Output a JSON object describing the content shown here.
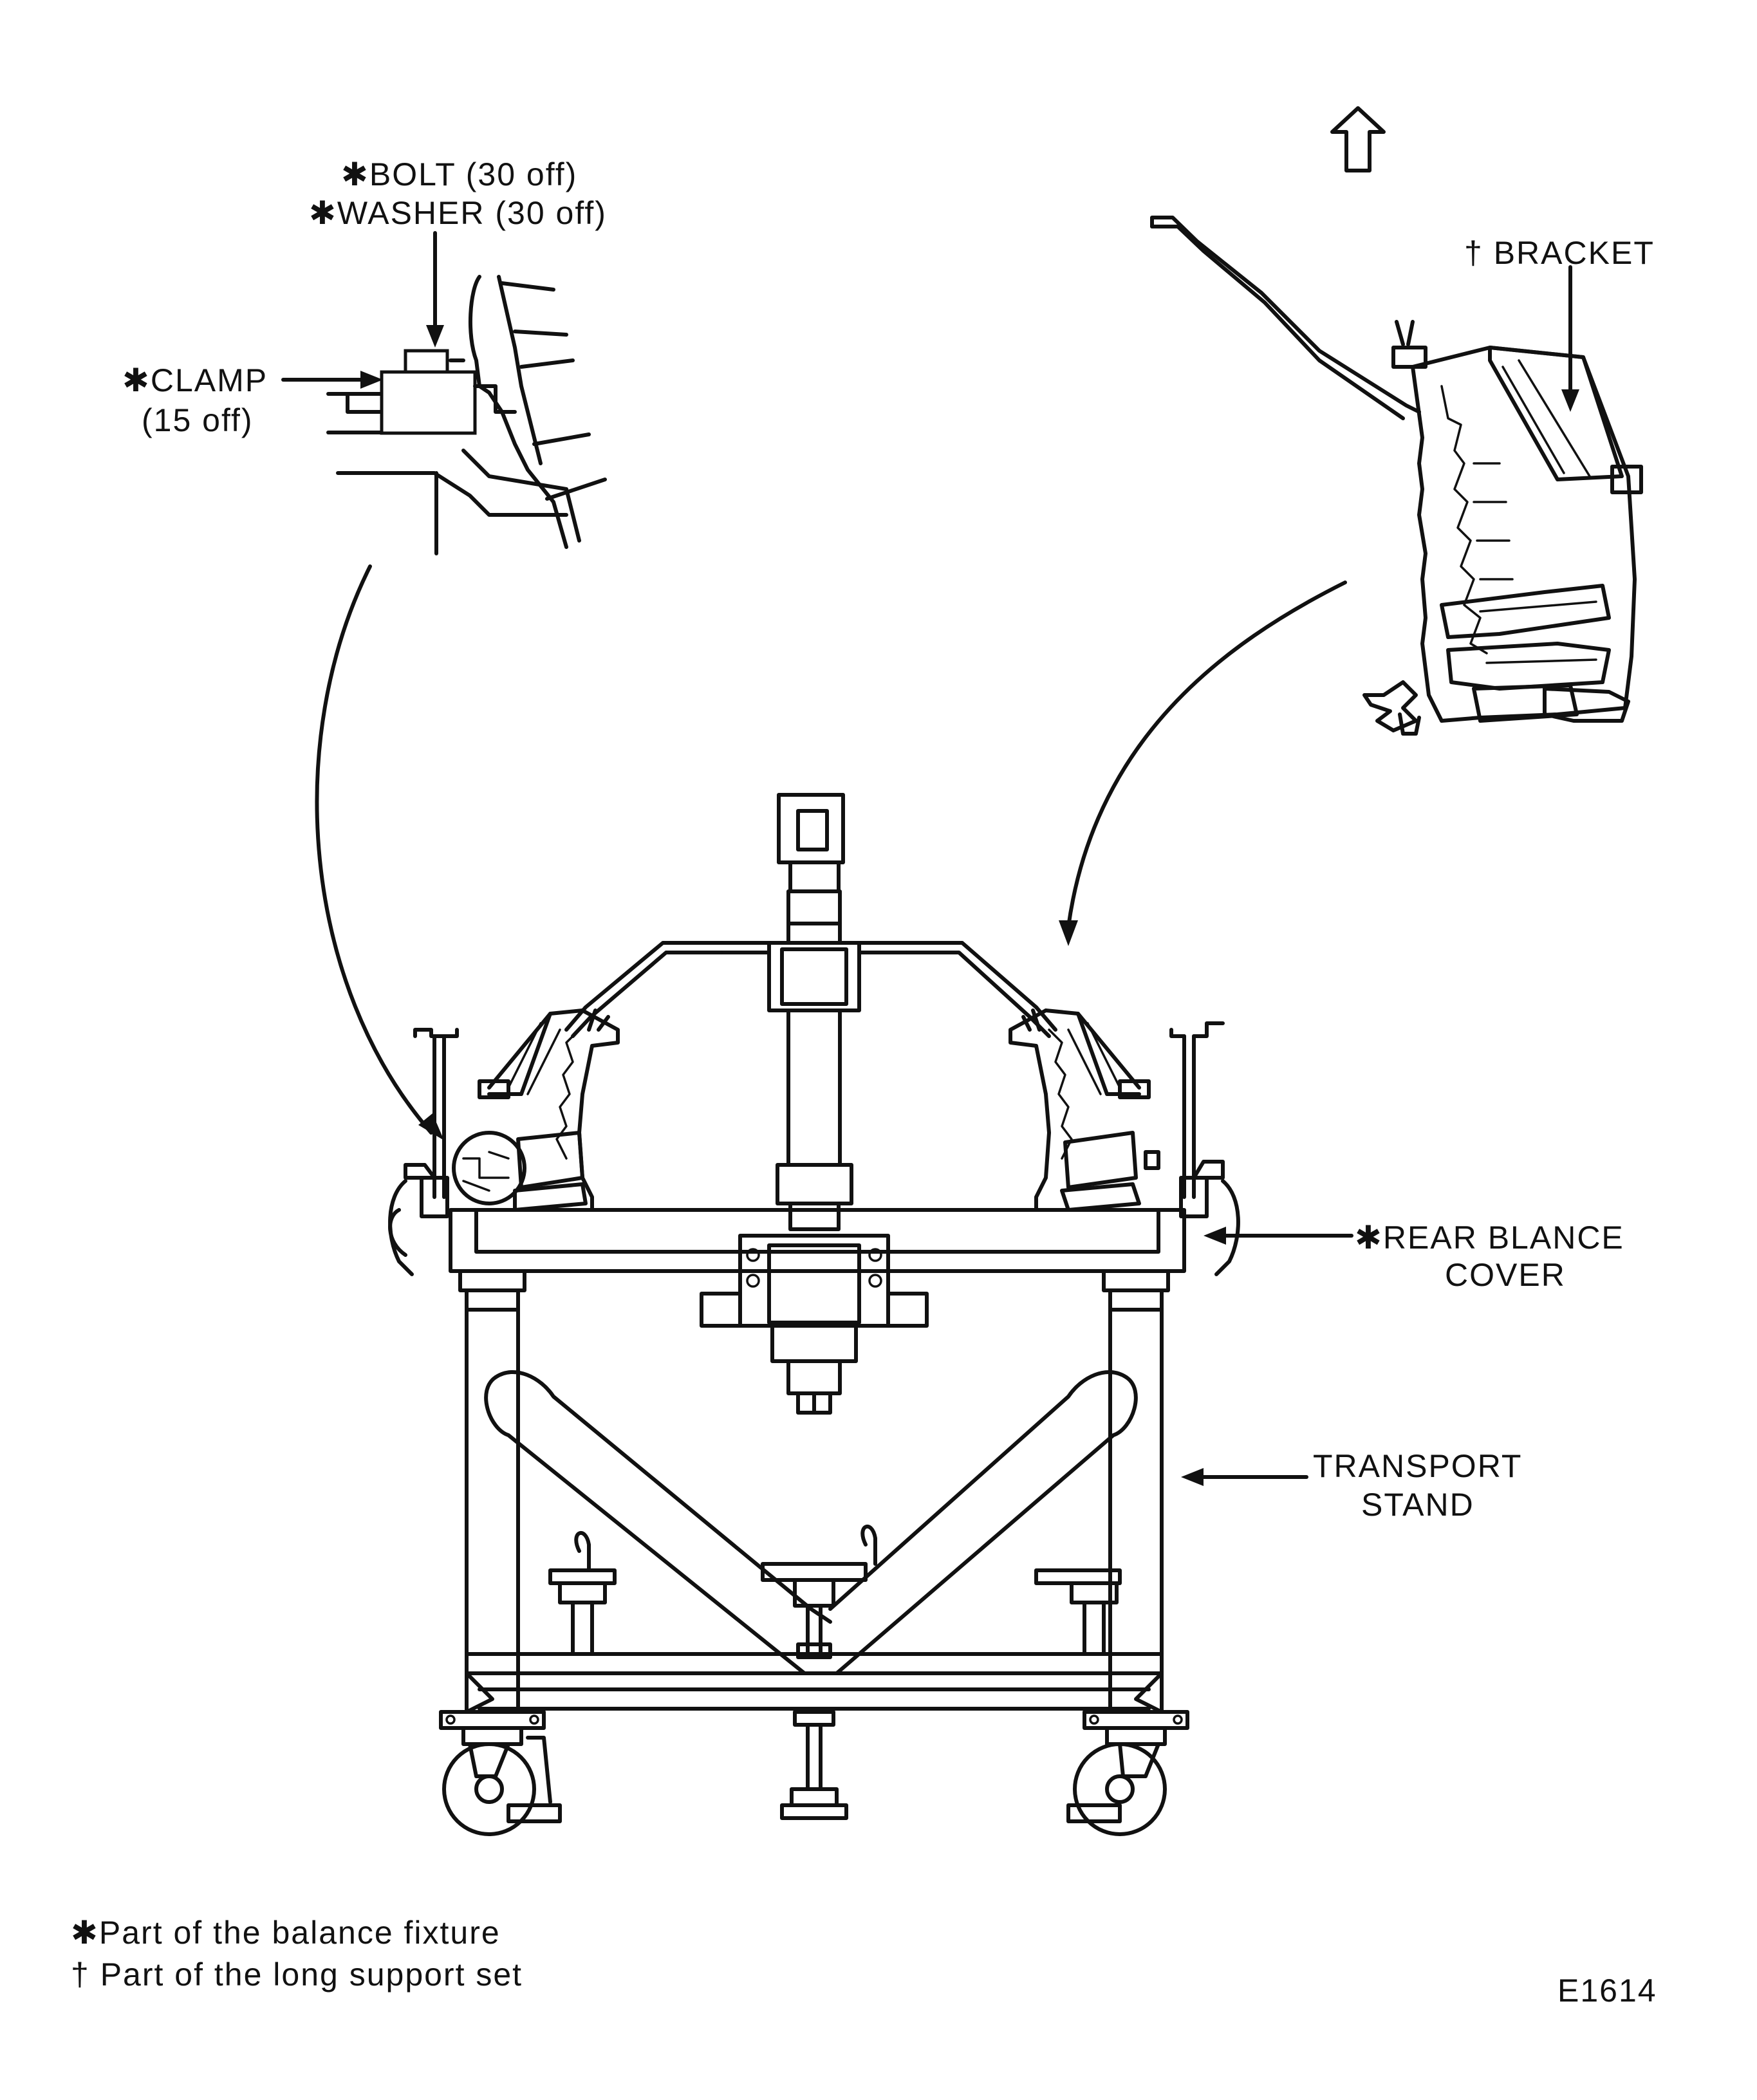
{
  "labels": {
    "bolt": "✱BOLT (30  off)",
    "washer": "✱WASHER (30  off)",
    "clamp": "✱CLAMP",
    "clamp_qty": "(15  off)",
    "bracket": "† BRACKET",
    "rear_cover_1": "✱REAR  BLANCE",
    "rear_cover_2": "COVER",
    "stand_1": "TRANSPORT",
    "stand_2": "STAND"
  },
  "legend": {
    "balance_fixture": "✱Part  of  the  balance  fixture",
    "long_support": "† Part  of  the  long  support  set"
  },
  "figure_id": "E1614",
  "icons": {
    "direction_arrow": "up-arrow-icon"
  },
  "colors": {
    "ink": "#111111",
    "paper": "#ffffff"
  }
}
